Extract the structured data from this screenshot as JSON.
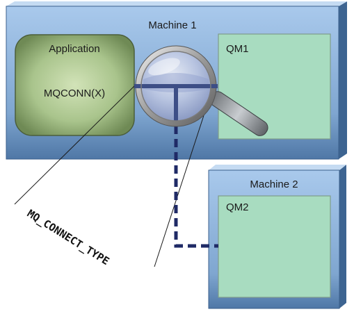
{
  "machine1": {
    "label": "Machine 1",
    "qm_label": "QM1"
  },
  "application": {
    "label": "Application",
    "call_label": "MQCONN(X)"
  },
  "machine2": {
    "label": "Machine 2",
    "qm_label": "QM2"
  },
  "callout": {
    "label": "MQ_CONNECT_TYPE"
  },
  "colors": {
    "machine_fill": "#8fb4dc",
    "qm_fill": "#a8dcc0",
    "app_fill": "#b5cc98",
    "connection_line": "#1f2a66"
  }
}
